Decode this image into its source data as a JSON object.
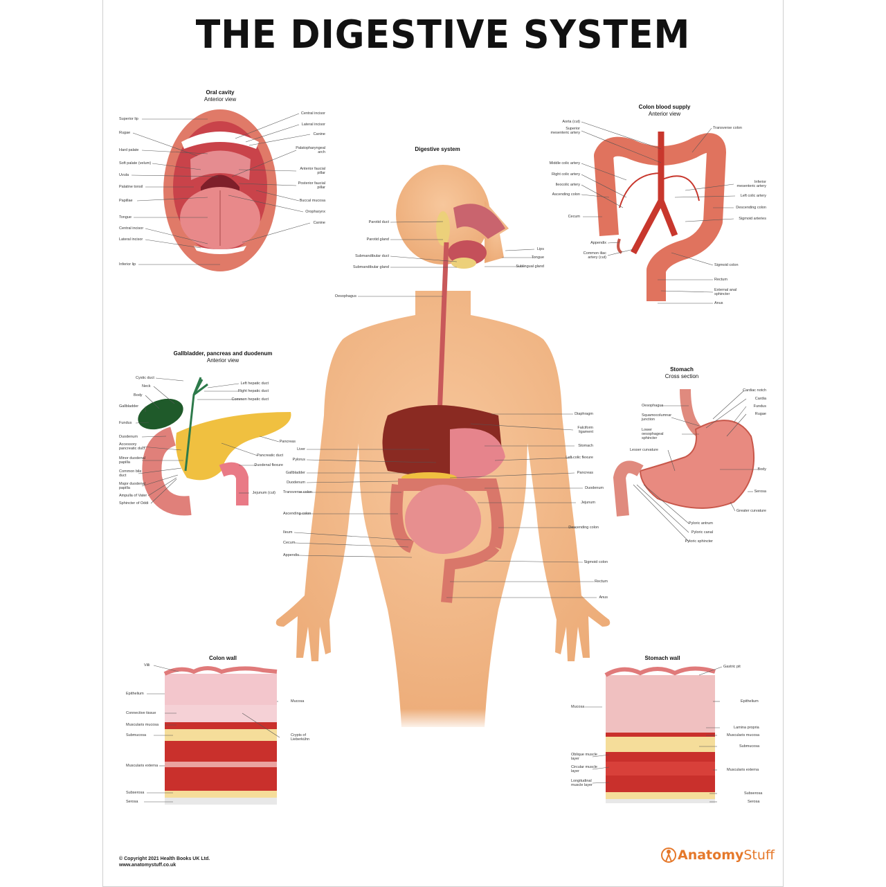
{
  "title": "THE DIGESTIVE SYSTEM",
  "colors": {
    "skin": "#f2b584",
    "liver": "#8a2a22",
    "intestine": "#e78f8f",
    "gallbladder": "#1f5a2a",
    "pancreas": "#f0c040",
    "artery": "#c8372d",
    "brand": "#e5782a"
  },
  "panels": {
    "oral": {
      "title": "Oral cavity",
      "subtitle": "Anterior view",
      "labels": [
        "Superior lip",
        "Rugae",
        "Hard palate",
        "Soft palate (velum)",
        "Uvula",
        "Palatine tonsil",
        "Papillae",
        "Tongue",
        "Central incisor",
        "Lateral incisor",
        "Inferior lip",
        "Central incisor",
        "Lateral incisor",
        "Canine",
        "Palatopharyngeal arch",
        "Anterior faucial pillar",
        "Posterior faucial pillar",
        "Buccal mucosa",
        "Oropharynx",
        "Canine"
      ]
    },
    "colon_blood": {
      "title": "Colon blood supply",
      "subtitle": "Anterior view",
      "labels": [
        "Aorta (cut)",
        "Superior mesenteric artery",
        "Middle colic artery",
        "Right colic artery",
        "Ileocolic artery",
        "Ascending colon",
        "Cecum",
        "Appendix",
        "Common iliac artery (cut)",
        "Transverse colon",
        "Inferior mesenteric artery",
        "Left colic artery",
        "Descending colon",
        "Sigmoid arteries",
        "Sigmoid colon",
        "Rectum",
        "External anal sphincter",
        "Anus"
      ]
    },
    "digestive": {
      "title": "Digestive system",
      "labels": [
        "Parotid duct",
        "Parotid gland",
        "Submandibular duct",
        "Submandibular gland",
        "Oesophagus",
        "Lips",
        "Tongue",
        "Sublingual gland",
        "Liver",
        "Pylorus",
        "Gallbladder",
        "Duodenum",
        "Transverse colon",
        "Ascending colon",
        "Ileum",
        "Cecum",
        "Appendix",
        "Diaphragm",
        "Falciform ligament",
        "Stomach",
        "Left colic flexure",
        "Pancreas",
        "Duodenum",
        "Jejunum",
        "Descending colon",
        "Sigmoid colon",
        "Rectum",
        "Anus"
      ]
    },
    "gallbladder": {
      "title": "Gallbladder, pancreas and duodenum",
      "subtitle": "Anterior view",
      "labels": [
        "Cystic duct",
        "Neck",
        "Body",
        "Gallbladder",
        "Fundus",
        "Duodenum",
        "Accessory pancreatic duct",
        "Minor duodenal papilla",
        "Common bile duct",
        "Major duodenal papilla",
        "Ampulla of Vater",
        "Sphincter of Oddi",
        "Left hepatic duct",
        "Right hepatic duct",
        "Common hepatic duct",
        "Pancreas",
        "Pancreatic duct",
        "Duodenal flexure",
        "Jejunum (cut)"
      ]
    },
    "stomach": {
      "title": "Stomach",
      "subtitle": "Cross section",
      "labels": [
        "Oesophagus",
        "Squamocolumnar junction",
        "Lower oesophageal sphincter",
        "Lesser curvature",
        "Cardiac notch",
        "Cardia",
        "Fundus",
        "Rugae",
        "Body",
        "Serosa",
        "Greater curvature",
        "Pyloric antrum",
        "Pyloric canal",
        "Pyloric sphincter"
      ]
    },
    "colon_wall": {
      "title": "Colon wall",
      "labels": [
        "Villi",
        "Epithelium",
        "Connective tissue",
        "Muscularis mucosa",
        "Submucosa",
        "Muscularis externa",
        "Subserosa",
        "Serosa",
        "Mucosa",
        "Crypts of Lieberkühn"
      ]
    },
    "stomach_wall": {
      "title": "Stomach wall",
      "labels": [
        "Mucosa",
        "Oblique muscle layer",
        "Circular muscle layer",
        "Longitudinal muscle layer",
        "Gastric pit",
        "Epithelium",
        "Lamina propria",
        "Muscularis mucosa",
        "Submucosa",
        "Muscularis externa",
        "Subserosa",
        "Serosa"
      ]
    }
  },
  "footer": {
    "copyright": "© Copyright 2021 Health Books UK Ltd.",
    "website": "www.anatomystuff.co.uk"
  },
  "logo": {
    "brand_a": "Anatomy",
    "brand_b": "Stuff"
  }
}
